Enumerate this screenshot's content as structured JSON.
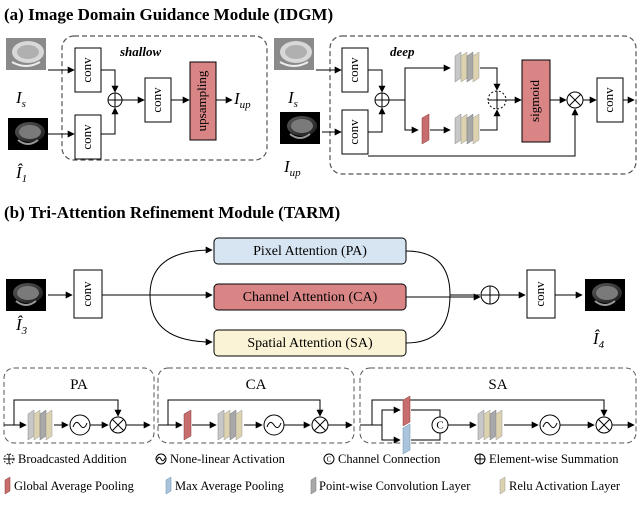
{
  "section_a": {
    "title": "(a) Image Domain Guidance Module (IDGM)",
    "shallow_label": "shallow",
    "deep_label": "deep",
    "conv": "conv",
    "upsampling": "upsampling",
    "sigmoid": "sigmoid",
    "label_is": "I",
    "label_is_sub": "s",
    "label_i1": "Î",
    "label_i1_sub": "1",
    "label_iup": "I",
    "label_iup_sub": "up"
  },
  "section_b": {
    "title": "(b) Tri-Attention Refinement Module (TARM)",
    "pixel_attention": "Pixel Attention (PA)",
    "channel_attention": "Channel Attention (CA)",
    "spatial_attention": "Spatial Attention (SA)",
    "conv": "conv",
    "label_i3": "Î",
    "label_i3_sub": "3",
    "label_i4": "Î",
    "label_i4_sub": "4",
    "pa_title": "PA",
    "ca_title": "CA",
    "sa_title": "SA",
    "c_symbol": "C"
  },
  "legend": {
    "broadcast_addition": "Broadcasted Addition",
    "nonlinear_activation": "None-linear Activation",
    "channel_connection": "Channel Connection",
    "elementwise_summation": "Element-wise Summation",
    "global_avg_pool": "Global Average Pooling",
    "max_avg_pool": "Max Average Pooling",
    "pointwise_conv": "Point-wise Convolution Layer",
    "relu_layer": "Relu Activation Layer"
  },
  "colors": {
    "upsampling_fill": "#d98585",
    "sigmoid_fill": "#d98585",
    "pa_fill": "#d7e4f2",
    "ca_fill": "#d98585",
    "sa_fill": "#fbf3d5",
    "pool_red": "#c76d6d",
    "pool_blue": "#a9c4dc",
    "conv_gray": "#a0a0a0",
    "relu_tan": "#ddd2b0"
  }
}
